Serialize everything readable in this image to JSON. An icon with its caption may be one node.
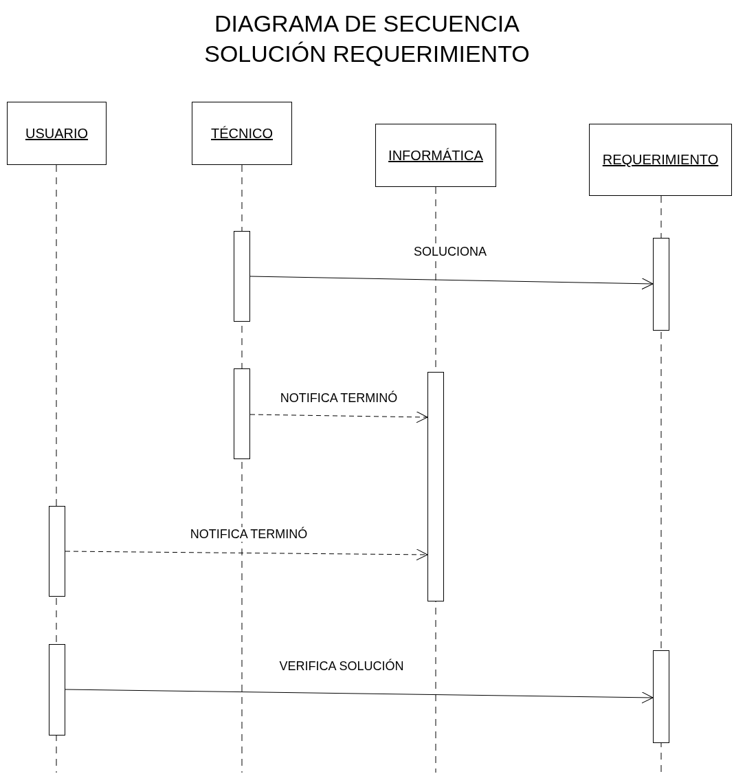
{
  "diagram": {
    "title": "DIAGRAMA DE SECUENCIA SOLUCIÓN REQUERIMIENTO",
    "nodes": [
      {
        "text": [
          "USUARIO"
        ]
      },
      {
        "text": [
          "TÉCNICO"
        ]
      },
      {
        "text": [
          "INFORMÁTICA"
        ]
      },
      {
        "text": [
          "REQUERIMIENTO"
        ]
      },
      {
        "text": [],
        "shape": "bar"
      },
      {
        "text": [],
        "shape": "bar"
      },
      {
        "text": [],
        "shape": "bar"
      },
      {
        "text": [],
        "shape": "bar"
      },
      {
        "text": [],
        "shape": "bar"
      },
      {
        "text": [],
        "shape": "bar"
      },
      {
        "text": [],
        "shape": "bar"
      }
    ],
    "edges": [
      {
        "from": 4,
        "to": 5,
        "arrow": "to",
        "label": "SOLUCIONA"
      },
      {
        "from": 6,
        "to": 7,
        "arrow": "to",
        "label": "NOTIFICA TERMINÓ",
        "style": "dashed"
      },
      {
        "from": 8,
        "to": 7,
        "arrow": "to",
        "label": "NOTIFICA TERMINÓ",
        "style": "dashed"
      },
      {
        "from": 9,
        "to": 10,
        "arrow": "to",
        "label": "VERIFICA SOLUCIÓN"
      }
    ]
  }
}
